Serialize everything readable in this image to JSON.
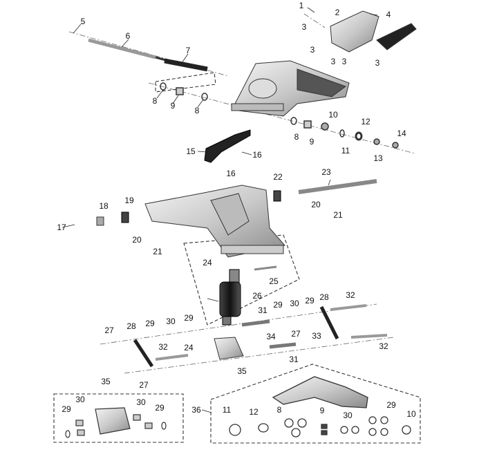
{
  "diagram": {
    "callouts": [
      "1",
      "2",
      "3",
      "3",
      "3",
      "3",
      "3",
      "4",
      "5",
      "6",
      "7",
      "8",
      "8",
      "8",
      "9",
      "9",
      "10",
      "11",
      "12",
      "13",
      "14",
      "15",
      "16",
      "16",
      "17",
      "18",
      "19",
      "20",
      "20",
      "21",
      "21",
      "22",
      "23",
      "24",
      "24",
      "25",
      "26",
      "27",
      "27",
      "27",
      "28",
      "28",
      "29",
      "29",
      "29",
      "29",
      "30",
      "30",
      "31",
      "31",
      "32",
      "32",
      "32",
      "33",
      "34",
      "35",
      "35",
      "36"
    ],
    "kit_35_callouts": [
      "29",
      "30",
      "30",
      "29"
    ],
    "kit_36_callouts": [
      "11",
      "12",
      "8",
      "9",
      "30",
      "29",
      "10"
    ]
  }
}
